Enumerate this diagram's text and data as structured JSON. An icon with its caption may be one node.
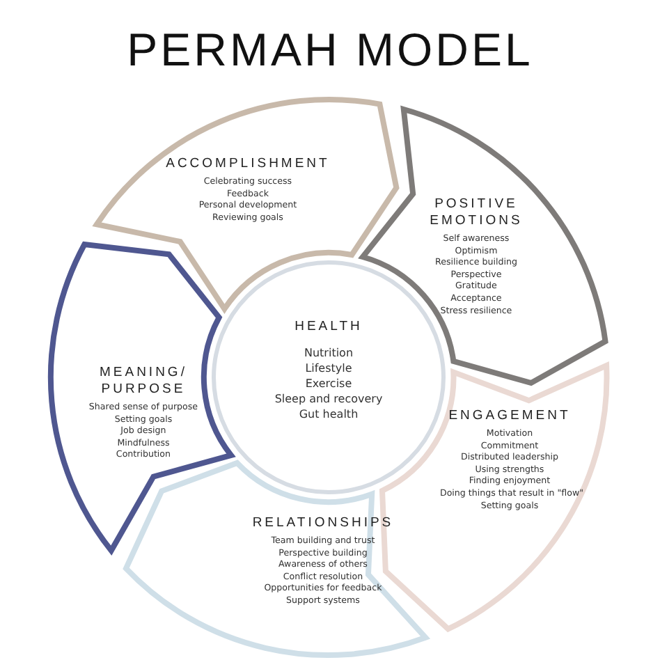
{
  "diagram": {
    "title": "PERMAH MODEL",
    "nodes": [
      {
        "text": [
          "ACCOMPLISHMENT",
          "Celebrating success",
          "Feedback",
          "Personal development",
          "Reviewing goals"
        ]
      },
      {
        "text": [
          "POSITIVE EMOTIONS",
          "Self awareness",
          "Optimism",
          "Resilience building",
          "Perspective",
          "Gratitude",
          "Acceptance",
          "Stress resilience"
        ]
      },
      {
        "text": [
          "HEALTH",
          "Nutrition",
          "Lifestyle",
          "Exercise",
          "Sleep and recovery",
          "Gut health"
        ]
      },
      {
        "text": [
          "MEANING/ PURPOSE",
          "Shared sense of purpose",
          "Setting goals",
          "Job design",
          "Mindfulness",
          "Contribution"
        ]
      },
      {
        "text": [
          "ENGAGEMENT",
          "Motivation",
          "Commitment",
          "Distributed leadership",
          "Using strengths",
          "Finding enjoyment",
          "Doing things that result in \"flow\"",
          "Setting goals"
        ]
      },
      {
        "text": [
          "RELATIONSHIPS",
          "Team building and trust",
          "Perspective building",
          "Awareness of others",
          "Conflict resolution",
          "Opportunities for feedback",
          "Support systems"
        ]
      }
    ],
    "edges": []
  }
}
